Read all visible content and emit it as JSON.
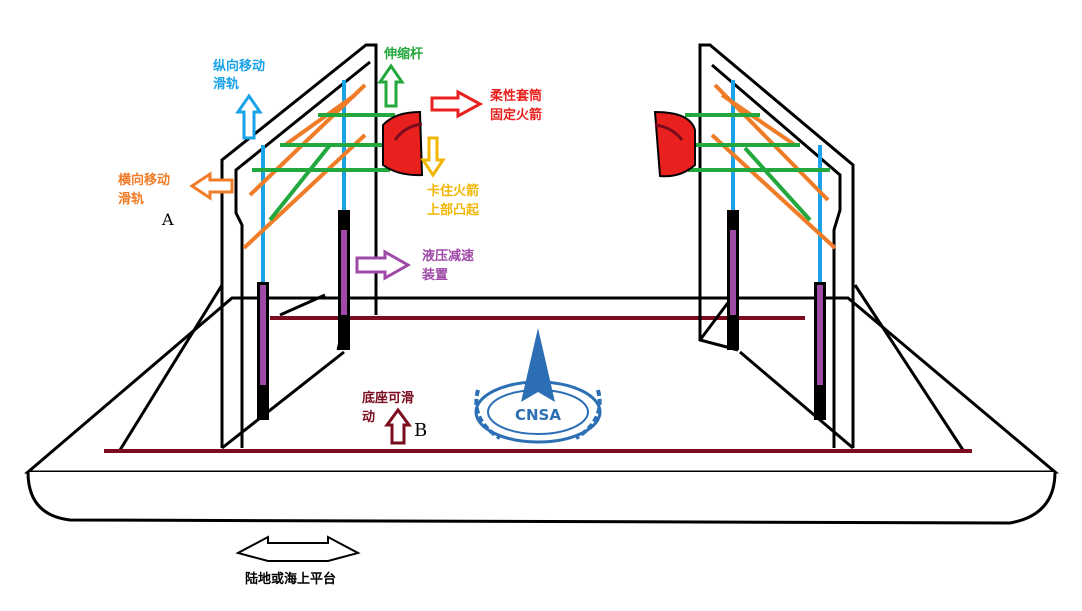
{
  "labels": {
    "longitudinal_rail": [
      "纵向移动",
      "滑轨"
    ],
    "telescopic_rod": "伸缩杆",
    "flexible_sleeve": [
      "柔性套筒",
      "固定火箭"
    ],
    "clamp_rocket": [
      "卡住火箭",
      "上部凸起"
    ],
    "lateral_rail": [
      "横向移动",
      "滑轨"
    ],
    "marker_a": "A",
    "hydraulic_damper": [
      "液压减速",
      "装置"
    ],
    "sliding_base": [
      "底座可滑",
      "动"
    ],
    "marker_b": "B",
    "platform": "陆地或海上平台",
    "logo_text": "CNSA"
  },
  "colors": {
    "blue_rail": "#1aa3e8",
    "orange_rail": "#f07c28",
    "green_rod": "#22a83c",
    "red_sleeve": "#e8201e",
    "yellow_arrow": "#f2b705",
    "purple_damper": "#a04aa8",
    "dark_red": "#7a0c1e",
    "black": "#000000",
    "logo_blue": "#2c6fb5"
  }
}
